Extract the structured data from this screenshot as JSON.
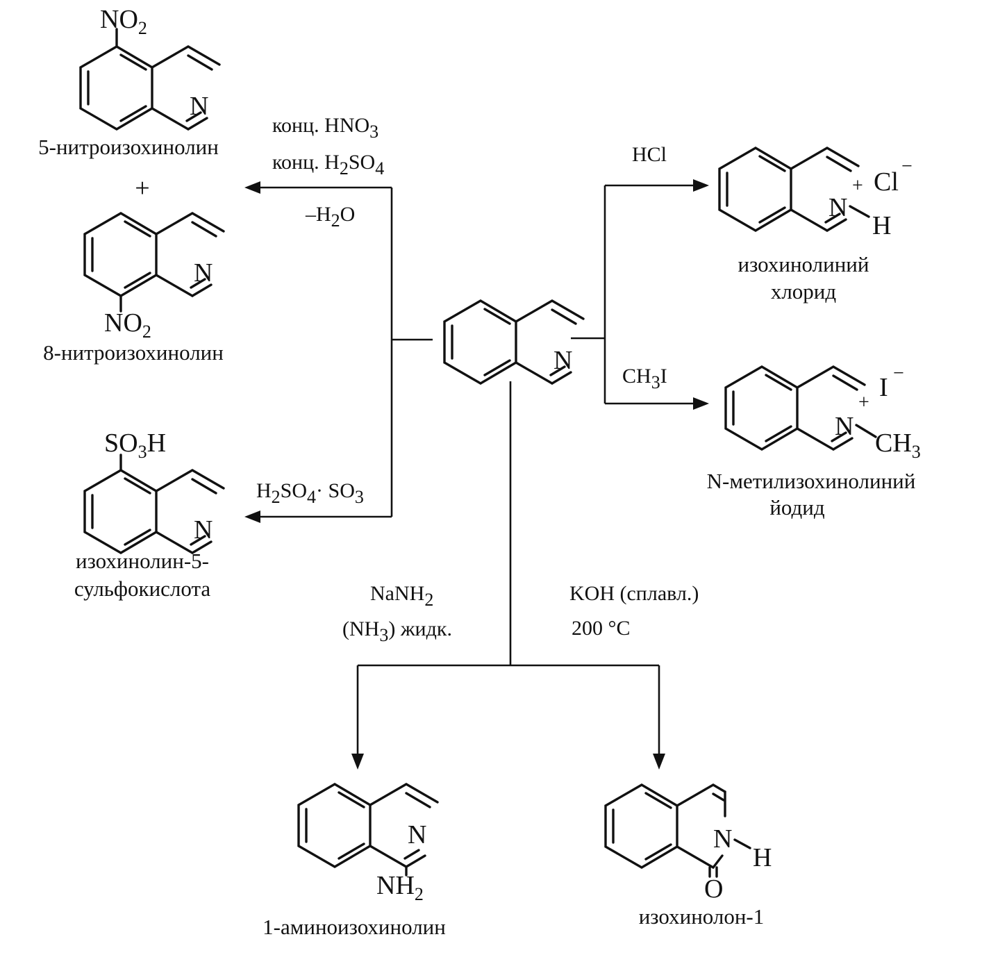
{
  "start": {
    "n": "N"
  },
  "nitration": {
    "reagent1": "конц. HNO",
    "reagent1_sub": "3",
    "reagent2_a": "конц. H",
    "reagent2_sub1": "2",
    "reagent2_b": "SO",
    "reagent2_sub2": "4",
    "reagent3_a": "–H",
    "reagent3_sub": "2",
    "reagent3_b": "O",
    "plus": "+",
    "p5": {
      "sub_a": "NO",
      "sub_b": "2",
      "n": "N",
      "name": "5-нитроизохинолин"
    },
    "p8": {
      "sub_a": "NO",
      "sub_b": "2",
      "n": "N",
      "name": "8-нитроизохинолин"
    }
  },
  "sulfonation": {
    "reagent_a": "H",
    "reagent_sub1": "2",
    "reagent_b": "SO",
    "reagent_sub2": "4",
    "reagent_dot": "·",
    "reagent_c": " SO",
    "reagent_sub3": "3",
    "sub_a": "SO",
    "sub_b": "3",
    "sub_c": "H",
    "n": "N",
    "name_line1": "изохинолин-5-",
    "name_line2": "сульфокислота"
  },
  "hcl": {
    "reagent": "HCl",
    "n": "N",
    "charge": "+",
    "anion": "Cl",
    "anion_charge": "−",
    "h": "H",
    "name_line1": "изохинолиний",
    "name_line2": "хлорид"
  },
  "methylation": {
    "reagent_a": "CH",
    "reagent_sub": "3",
    "reagent_b": "I",
    "n": "N",
    "charge": "+",
    "anion": "I",
    "anion_charge": "−",
    "me_a": "CH",
    "me_sub": "3",
    "name_line1": "N-метилизохинолиний",
    "name_line2": "йодид"
  },
  "amination": {
    "reagent1_a": "NaNH",
    "reagent1_sub": "2",
    "reagent2_a": "(NH",
    "reagent2_sub": "3",
    "reagent2_b": ") жидк.",
    "n": "N",
    "nh_a": "NH",
    "nh_sub": "2",
    "name": "1-аминоизохинолин"
  },
  "hydroxylation": {
    "reagent1": "KOH (сплавл.)",
    "reagent2": "200 °C",
    "n": "N",
    "h": "H",
    "o": "O",
    "name": "изохинолон-1"
  }
}
